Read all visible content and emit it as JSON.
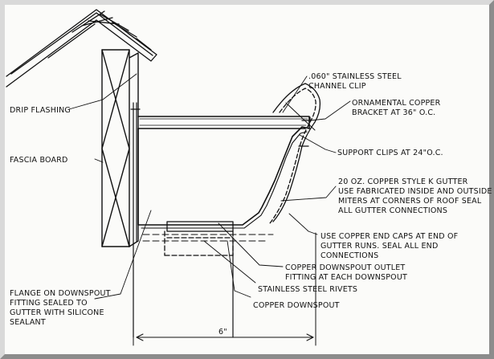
{
  "labels": {
    "clip_1": ".060\" STAINLESS STEEL",
    "clip_2": "CHANNEL CLIP",
    "drip": "DRIP FLASHING",
    "bracket_1": "ORNAMENTAL COPPER",
    "bracket_2": "BRACKET AT 36\" O.C.",
    "support": "SUPPORT CLIPS AT 24\"O.C.",
    "fascia": "FASCIA BOARD",
    "gutter_1": "20 OZ. COPPER STYLE K GUTTER",
    "gutter_2": "USE FABRICATED INSIDE AND OUTSIDE",
    "gutter_3": "MITERS AT CORNERS OF ROOF SEAL",
    "gutter_4": "ALL GUTTER CONNECTIONS",
    "endcap_1": "USE COPPER END CAPS AT END OF",
    "endcap_2": "GUTTER RUNS.  SEAL ALL END",
    "endcap_3": "CONNECTIONS",
    "outlet_1": "COPPER DOWNSPOUT OUTLET",
    "outlet_2": "FITTING AT EACH DOWNSPOUT",
    "rivets": "STAINLESS STEEL RIVETS",
    "downspout": "COPPER DOWNSPOUT",
    "flange_1": "FLANGE ON DOWNSPOUT",
    "flange_2": "FITTING SEALED TO",
    "flange_3": "GUTTER WITH SILICONE",
    "flange_4": "SEALANT",
    "dimension": "6\""
  }
}
